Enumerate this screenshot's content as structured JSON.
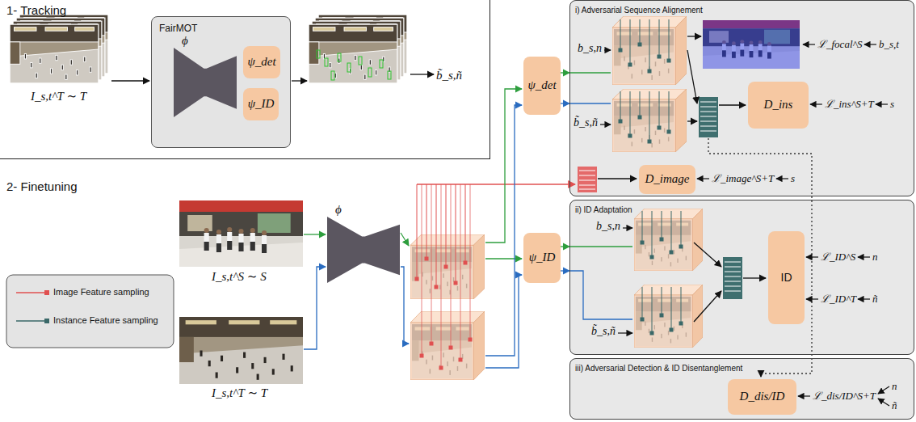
{
  "diagram": {
    "nodes": [
      {
        "text": [
          "1- Tracking"
        ]
      },
      {
        "text": [
          "FairMOT"
        ],
        "in": 0
      },
      {
        "text": [
          "ϕ"
        ],
        "in": 1
      },
      {
        "text": [
          "ψ_det"
        ],
        "in": 1
      },
      {
        "text": [
          "ψ_ID"
        ],
        "in": 1
      },
      {
        "text": [
          "ϕ"
        ]
      },
      {
        "text": [
          "ψ_det"
        ]
      },
      {
        "text": [
          "ψ_ID"
        ]
      },
      {
        "text": [
          "i) Adversarial Sequence Alignement"
        ]
      },
      {
        "text": [
          "D_ins"
        ],
        "in": 8
      },
      {
        "text": [
          "D_image"
        ],
        "in": 8
      },
      {
        "text": [
          "ii) ID Adaptation"
        ]
      },
      {
        "text": [
          "ID"
        ],
        "in": 11
      },
      {
        "text": [
          "iii) Adversarial Detection & ID Disentanglement"
        ]
      },
      {
        "text": [
          "D_dis/ID"
        ],
        "in": 13
      }
    ],
    "edges": [
      {
        "from": 6,
        "to": 8,
        "arrow": "to"
      },
      {
        "from": 6,
        "to": 8,
        "arrow": "to"
      },
      {
        "from": 7,
        "to": 11,
        "arrow": "to"
      },
      {
        "from": 7,
        "to": 11,
        "arrow": "to"
      }
    ],
    "labels": [
      "I_s,t^T ∼ T",
      "b̃_s,ñ",
      "2- Finetuning",
      "I_s,t^S ∼ S",
      "I_s,t^T ∼ T",
      "b_s,n",
      "b̃_s,ñ",
      "ℒ_focal^S",
      "b_s,t",
      "ℒ_ins^S+T",
      "s",
      "ℒ_image^S+T",
      "s",
      "b_s,n",
      "b̃_s,ñ",
      "ℒ_ID^S",
      "n",
      "ℒ_ID^T",
      "ñ",
      "ℒ_dis/ID^S+T",
      "n",
      "ñ"
    ],
    "legend": [
      {
        "text": "Image Feature sampling"
      },
      {
        "text": "Instance Feature sampling"
      }
    ]
  }
}
